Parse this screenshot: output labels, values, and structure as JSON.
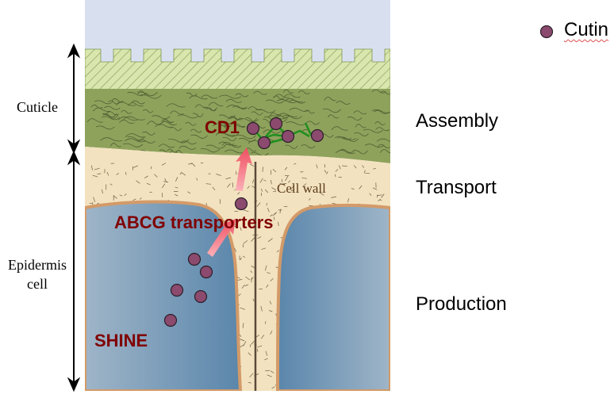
{
  "legend": {
    "label": "Cutin",
    "marker_color": "#8b4a6e"
  },
  "side_labels": {
    "cuticle": "Cuticle",
    "epidermis_line1": "Epidermis",
    "epidermis_line2": "cell"
  },
  "stages": {
    "assembly": "Assembly",
    "transport": "Transport",
    "production": "Production"
  },
  "inner_labels": {
    "cd1": "CD1",
    "abcg": "ABCG transporters",
    "shine": "SHINE",
    "cell_wall": "Cell wall"
  },
  "colors": {
    "sky": "#d8e0f0",
    "wax": "#d6e3a8",
    "cuticle": "#8ea25c",
    "cell_wall": "#f3e2bf",
    "cell": "#5f8aae",
    "accent_text": "#800000",
    "arrow": "#f05d6d",
    "cutin": "#8b4a6e",
    "polymer": "#1f8f1f"
  }
}
